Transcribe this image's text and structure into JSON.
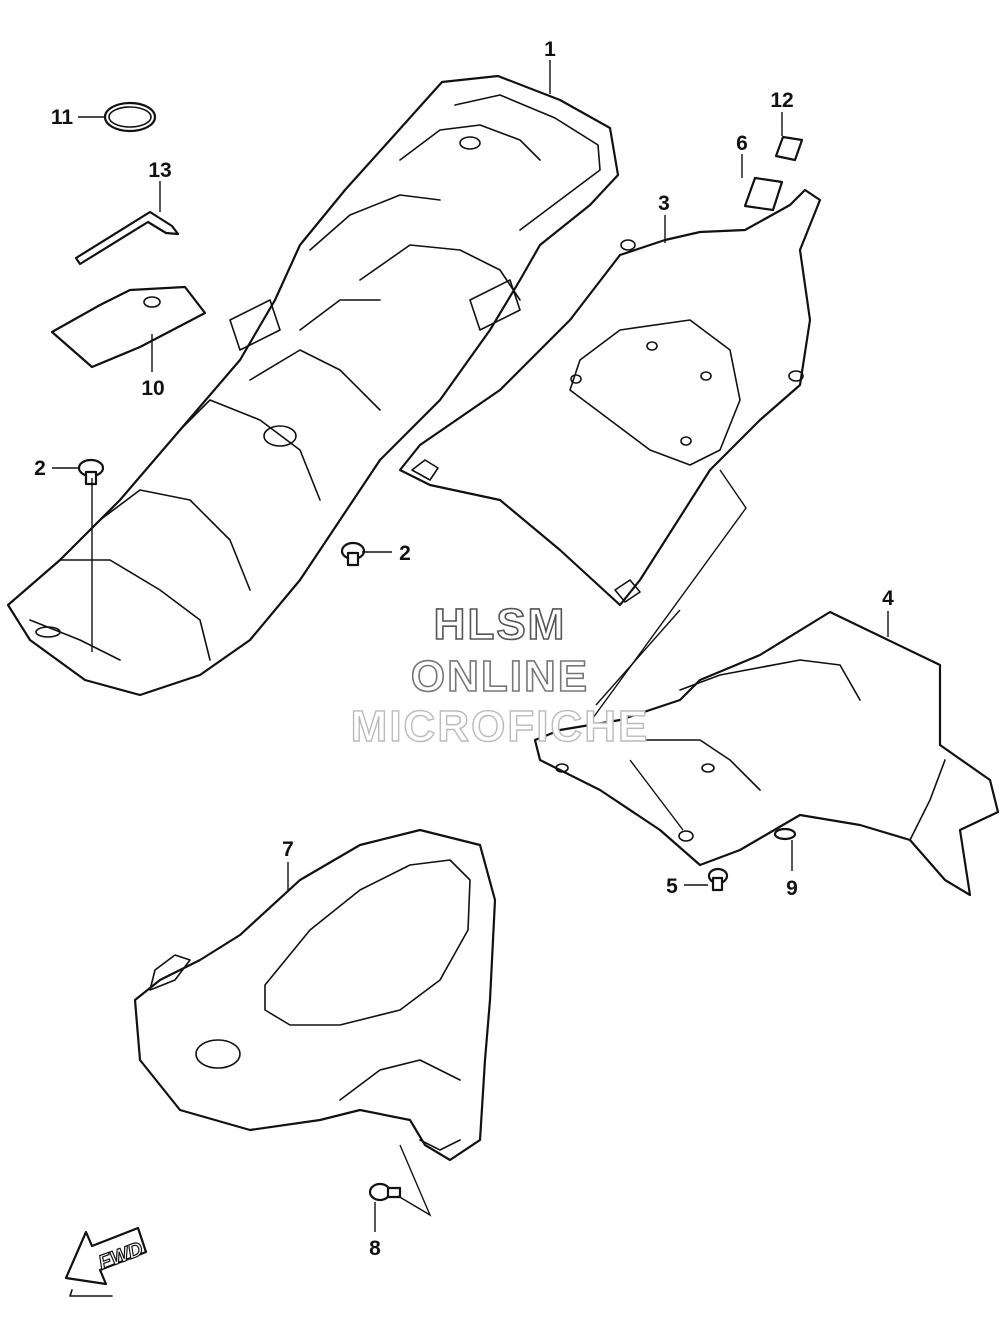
{
  "watermark": {
    "line1": "HLSM",
    "line2": "ONLINE",
    "line3": "MICROFICHE"
  },
  "fwd_badge": {
    "label": "FWD"
  },
  "callouts": {
    "c1": "1",
    "c2a": "2",
    "c2b": "2",
    "c3": "3",
    "c4": "4",
    "c5": "5",
    "c6": "6",
    "c7": "7",
    "c8": "8",
    "c9": "9",
    "c10": "10",
    "c11": "11",
    "c12": "12",
    "c13": "13"
  },
  "colors": {
    "line": "#111111",
    "background": "#ffffff",
    "watermark_outline": "#555555"
  }
}
